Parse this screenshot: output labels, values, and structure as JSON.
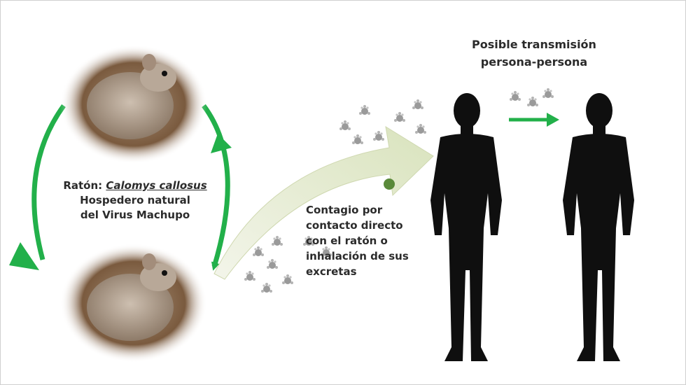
{
  "host": {
    "prefix": "Ratón: ",
    "species": "Calomys callosus",
    "line2": "Hospedero natural",
    "line3": "del Virus Machupo"
  },
  "contagion": {
    "lines": [
      "Contagio por",
      "contacto directo",
      "con el ratón  o",
      "inhalación de sus",
      "excretas"
    ]
  },
  "transmission": {
    "line1": "Posible transmisión",
    "line2": "persona-persona"
  },
  "colors": {
    "cycle_green": "#22b04a",
    "big_arrow": "#dfe8c8",
    "silhouette": "#0f0f0f",
    "particle": "#9a9a9a"
  },
  "icons": [
    "mouse-photo",
    "virus-particle",
    "person-silhouette",
    "arrow-icon"
  ]
}
